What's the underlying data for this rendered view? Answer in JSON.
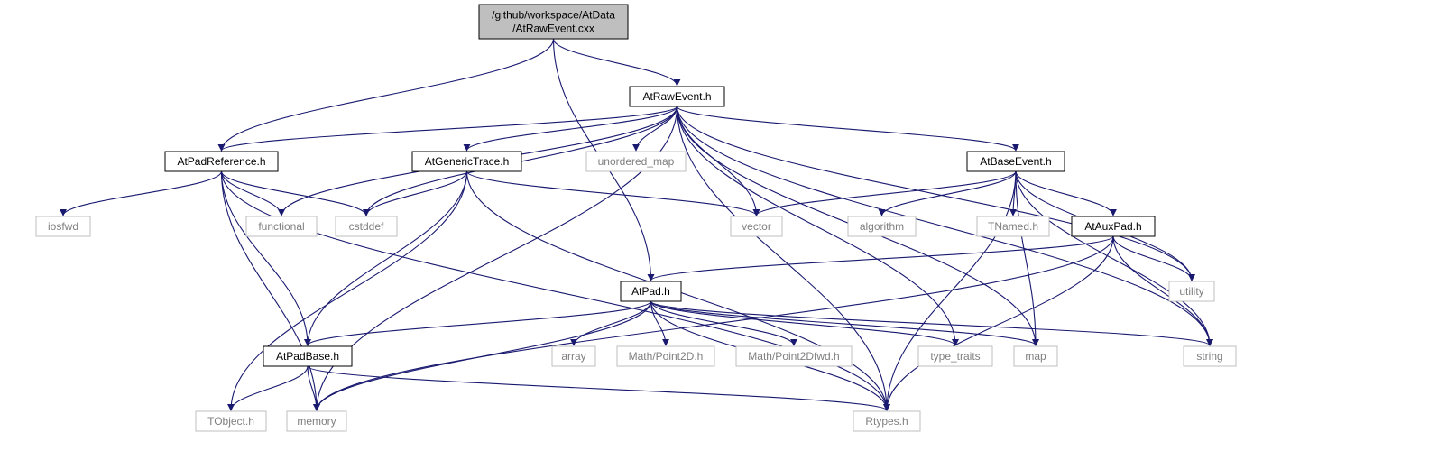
{
  "colors": {
    "edge": "#191970",
    "root_fill": "#bfbfbf",
    "local_border": "#000000",
    "system_border": "#bfbfbf",
    "system_text": "#7f7f7f",
    "local_text": "#000000"
  },
  "nodes": [
    {
      "id": "root",
      "lines": [
        "/github/workspace/AtData",
        "/AtRawEvent.cxx"
      ],
      "kind": "root"
    },
    {
      "id": "rawevent",
      "lines": [
        "AtRawEvent.h"
      ],
      "kind": "local"
    },
    {
      "id": "padref",
      "lines": [
        "AtPadReference.h"
      ],
      "kind": "local"
    },
    {
      "id": "generictrace",
      "lines": [
        "AtGenericTrace.h"
      ],
      "kind": "local"
    },
    {
      "id": "unordered_map",
      "lines": [
        "unordered_map"
      ],
      "kind": "system"
    },
    {
      "id": "baseevent",
      "lines": [
        "AtBaseEvent.h"
      ],
      "kind": "local"
    },
    {
      "id": "iosfwd",
      "lines": [
        "iosfwd"
      ],
      "kind": "system"
    },
    {
      "id": "functional",
      "lines": [
        "functional"
      ],
      "kind": "system"
    },
    {
      "id": "cstddef",
      "lines": [
        "cstddef"
      ],
      "kind": "system"
    },
    {
      "id": "vector",
      "lines": [
        "vector"
      ],
      "kind": "system"
    },
    {
      "id": "algorithm",
      "lines": [
        "algorithm"
      ],
      "kind": "system"
    },
    {
      "id": "tnamed",
      "lines": [
        "TNamed.h"
      ],
      "kind": "system"
    },
    {
      "id": "auxpad",
      "lines": [
        "AtAuxPad.h"
      ],
      "kind": "local"
    },
    {
      "id": "utility",
      "lines": [
        "utility"
      ],
      "kind": "system"
    },
    {
      "id": "pad",
      "lines": [
        "AtPad.h"
      ],
      "kind": "local"
    },
    {
      "id": "padbase",
      "lines": [
        "AtPadBase.h"
      ],
      "kind": "local"
    },
    {
      "id": "array",
      "lines": [
        "array"
      ],
      "kind": "system"
    },
    {
      "id": "point2d",
      "lines": [
        "Math/Point2D.h"
      ],
      "kind": "system"
    },
    {
      "id": "point2dfwd",
      "lines": [
        "Math/Point2Dfwd.h"
      ],
      "kind": "system"
    },
    {
      "id": "type_traits",
      "lines": [
        "type_traits"
      ],
      "kind": "system"
    },
    {
      "id": "map",
      "lines": [
        "map"
      ],
      "kind": "system"
    },
    {
      "id": "string",
      "lines": [
        "string"
      ],
      "kind": "system"
    },
    {
      "id": "tobject",
      "lines": [
        "TObject.h"
      ],
      "kind": "system"
    },
    {
      "id": "memory",
      "lines": [
        "memory"
      ],
      "kind": "system"
    },
    {
      "id": "rtypes",
      "lines": [
        "Rtypes.h"
      ],
      "kind": "system"
    }
  ],
  "edges": [
    [
      "root",
      "rawevent"
    ],
    [
      "root",
      "padref"
    ],
    [
      "root",
      "pad"
    ],
    [
      "rawevent",
      "padref"
    ],
    [
      "rawevent",
      "generictrace"
    ],
    [
      "rawevent",
      "unordered_map"
    ],
    [
      "rawevent",
      "baseevent"
    ],
    [
      "rawevent",
      "memory"
    ],
    [
      "rawevent",
      "functional"
    ],
    [
      "rawevent",
      "cstddef"
    ],
    [
      "rawevent",
      "vector"
    ],
    [
      "rawevent",
      "type_traits"
    ],
    [
      "rawevent",
      "map"
    ],
    [
      "rawevent",
      "utility"
    ],
    [
      "rawevent",
      "string"
    ],
    [
      "rawevent",
      "rtypes"
    ],
    [
      "padref",
      "iosfwd"
    ],
    [
      "padref",
      "functional"
    ],
    [
      "padref",
      "cstddef"
    ],
    [
      "padref",
      "padbase"
    ],
    [
      "padref",
      "memory"
    ],
    [
      "padref",
      "rtypes"
    ],
    [
      "generictrace",
      "cstddef"
    ],
    [
      "generictrace",
      "vector"
    ],
    [
      "generictrace",
      "padbase"
    ],
    [
      "generictrace",
      "tobject"
    ],
    [
      "generictrace",
      "rtypes"
    ],
    [
      "baseevent",
      "vector"
    ],
    [
      "baseevent",
      "algorithm"
    ],
    [
      "baseevent",
      "tnamed"
    ],
    [
      "baseevent",
      "auxpad"
    ],
    [
      "baseevent",
      "map"
    ],
    [
      "baseevent",
      "utility"
    ],
    [
      "baseevent",
      "string"
    ],
    [
      "baseevent",
      "rtypes"
    ],
    [
      "auxpad",
      "pad"
    ],
    [
      "auxpad",
      "utility"
    ],
    [
      "auxpad",
      "string"
    ],
    [
      "auxpad",
      "memory"
    ],
    [
      "auxpad",
      "rtypes"
    ],
    [
      "pad",
      "padbase"
    ],
    [
      "pad",
      "array"
    ],
    [
      "pad",
      "point2d"
    ],
    [
      "pad",
      "point2dfwd"
    ],
    [
      "pad",
      "type_traits"
    ],
    [
      "pad",
      "map"
    ],
    [
      "pad",
      "string"
    ],
    [
      "pad",
      "memory"
    ],
    [
      "pad",
      "rtypes"
    ],
    [
      "padbase",
      "tobject"
    ],
    [
      "padbase",
      "memory"
    ],
    [
      "padbase",
      "rtypes"
    ]
  ]
}
